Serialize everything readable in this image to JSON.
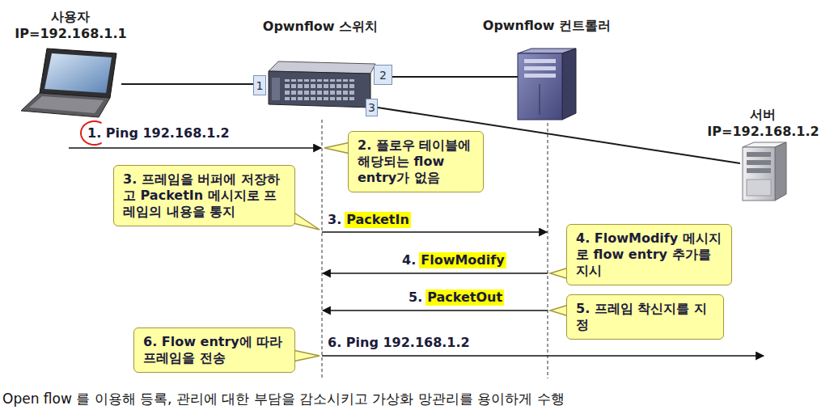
{
  "diagram": {
    "caption": "Open flow 를 이용해 등록, 관리에 대한 부담을 감소시키고 가상화 망관리를 용이하게 수행",
    "nodes": [
      {
        "text": [
          "사용자",
          "IP=192.168.1.1"
        ]
      },
      {
        "text": [
          "Opwnflow 스위치"
        ]
      },
      {
        "text": [
          "1"
        ],
        "in": 1
      },
      {
        "text": [
          "2"
        ],
        "in": 1
      },
      {
        "text": [
          "3"
        ],
        "in": 1
      },
      {
        "text": [
          "Opwnflow 컨트롤러"
        ]
      },
      {
        "text": [
          "서버",
          "IP=192.168.1.2"
        ]
      },
      {
        "text": [
          "2. 플로우 테이블에 해당되는 flow entry가 없음"
        ]
      },
      {
        "text": [
          "3. 프레임을 버퍼에 저장하고 PacketIn 메시지로 프레임의 내용을 통지"
        ]
      },
      {
        "text": [
          "4. FlowModify 메시지로 flow entry 추가를 지시"
        ]
      },
      {
        "text": [
          "5. 프레임 착신지를 지정"
        ]
      },
      {
        "text": [
          "6. Flow entry에 따라 프레임을 전송"
        ]
      }
    ],
    "edges": [
      {
        "from": 0,
        "to": 2,
        "arrow": "none"
      },
      {
        "from": 3,
        "to": 5,
        "arrow": "none"
      },
      {
        "from": 4,
        "to": 6,
        "arrow": "none"
      }
    ],
    "labels": [
      "1. Ping 192.168.1.2",
      "3.",
      "PacketIn",
      "4.",
      "FlowModify",
      "5.",
      "PacketOut",
      "6. Ping 192.168.1.2"
    ]
  }
}
